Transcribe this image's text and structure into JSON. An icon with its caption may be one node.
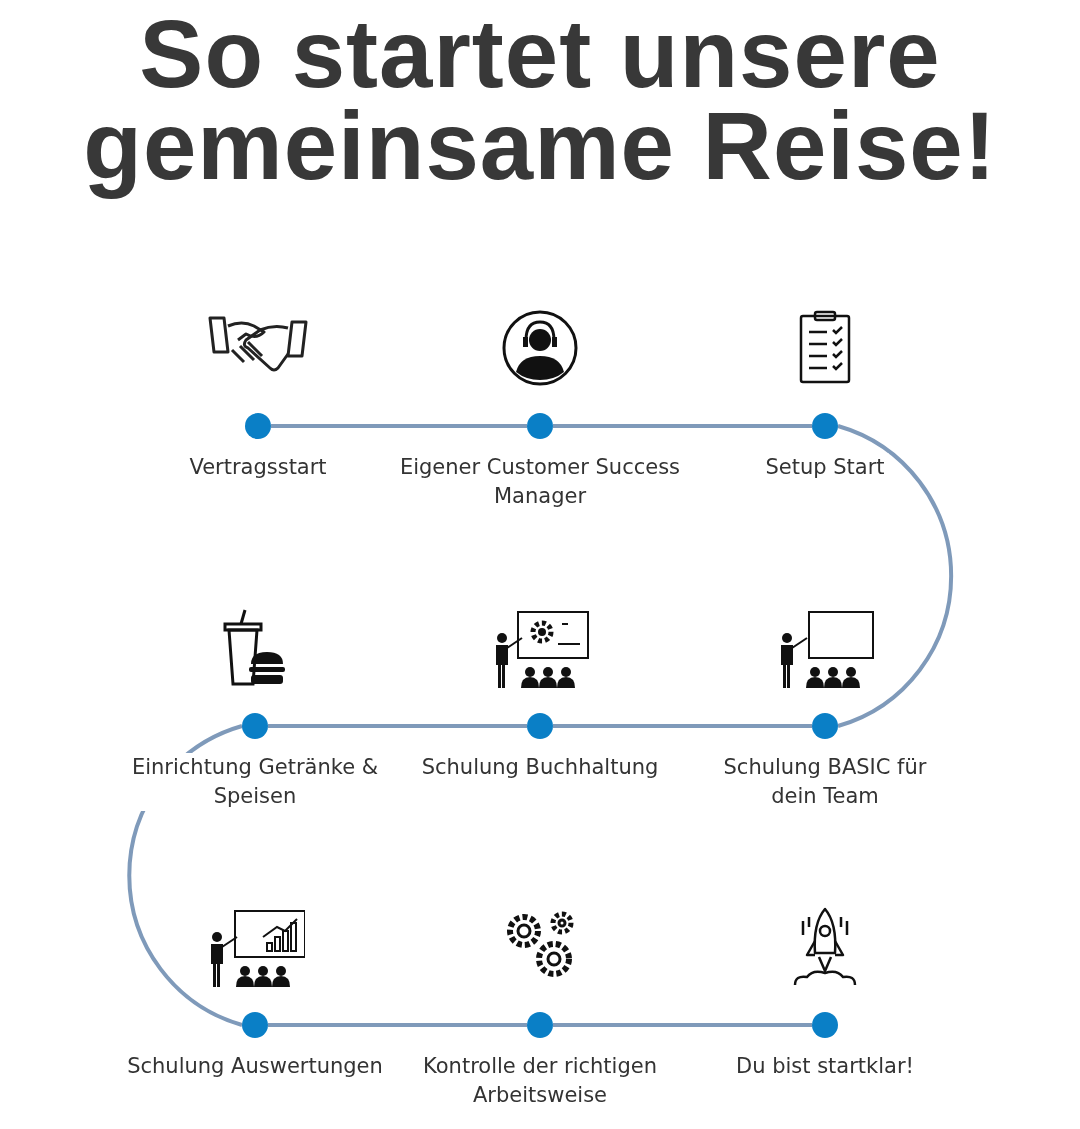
{
  "diagram": {
    "title": "So startet unsere gemeinsame Reise!",
    "nodes": [
      {
        "text": [],
        "shape": "circle",
        "beside": [
          "Vertragsstart"
        ]
      },
      {
        "text": [],
        "shape": "circle",
        "beside": [
          "Eigener Customer Success Manager"
        ]
      },
      {
        "text": [],
        "shape": "circle",
        "beside": [
          "Setup Start"
        ]
      },
      {
        "text": [],
        "shape": "circle",
        "beside": [
          "Einrichtung Getränke & Speisen"
        ]
      },
      {
        "text": [],
        "shape": "circle",
        "beside": [
          "Schulung Buchhaltung"
        ]
      },
      {
        "text": [],
        "shape": "circle",
        "beside": [
          "Schulung BASIC für dein Team"
        ]
      },
      {
        "text": [],
        "shape": "circle",
        "beside": [
          "Schulung Auswertungen"
        ]
      },
      {
        "text": [],
        "shape": "circle",
        "beside": [
          "Kontrolle der richtigen Arbeitsweise"
        ]
      },
      {
        "text": [],
        "shape": "circle",
        "beside": [
          "Du bist startklar!"
        ]
      }
    ],
    "edges": [
      {
        "from": 0,
        "to": 1,
        "arrow": "none"
      },
      {
        "from": 1,
        "to": 2,
        "arrow": "none"
      },
      {
        "from": 2,
        "to": 5,
        "arrow": "none"
      },
      {
        "from": 5,
        "to": 4,
        "arrow": "none"
      },
      {
        "from": 4,
        "to": 3,
        "arrow": "none"
      },
      {
        "from": 3,
        "to": 6,
        "arrow": "none"
      },
      {
        "from": 6,
        "to": 7,
        "arrow": "none"
      },
      {
        "from": 7,
        "to": 8,
        "arrow": "none"
      }
    ]
  }
}
